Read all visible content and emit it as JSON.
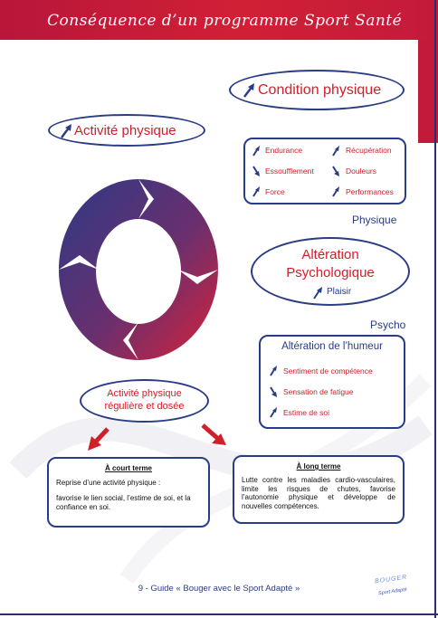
{
  "header": {
    "title": "Conséquence d’un programme Sport Santé"
  },
  "condition": {
    "label": "Condition physique"
  },
  "activite": {
    "label": "Activité physique"
  },
  "physique_box": {
    "items_left": [
      {
        "label": "Endurance",
        "direction": "up"
      },
      {
        "label": "Essoufflement",
        "direction": "down"
      },
      {
        "label": "Force",
        "direction": "up"
      }
    ],
    "items_right": [
      {
        "label": "Récupération",
        "direction": "up"
      },
      {
        "label": "Douleurs",
        "direction": "down"
      },
      {
        "label": "Performances",
        "direction": "up"
      }
    ],
    "caption": "Physique"
  },
  "alteration_psy": {
    "line1": "Altération",
    "line2": "Psychologique",
    "sub": "Plaisir"
  },
  "psycho_caption": "Psycho",
  "humeur_box": {
    "title": "Altération de l’humeur",
    "items": [
      {
        "label": "Sentiment de compétence",
        "direction": "up"
      },
      {
        "label": "Sensation de fatigue",
        "direction": "down"
      },
      {
        "label": "Estime de soi",
        "direction": "up"
      }
    ]
  },
  "reguliere": {
    "line1": "Activité physique",
    "line2": "régulière et dosée"
  },
  "court_terme": {
    "title": "À court terme",
    "line1": "Reprise d’une activité physique :",
    "line2": "favorise le lien social, l’estime de soi, et la confiance en soi."
  },
  "long_terme": {
    "title": "À long terme",
    "text": "Lutte contre les maladies cardio-vasculaires, limite les risques de chutes, favorise l’autonomie physique et développe de nouvelles compétences."
  },
  "footer": {
    "text": "9 - Guide « Bouger avec le Sport Adapté »"
  },
  "logo": {
    "line1": "BOUGER",
    "line2": "Sport Adapté"
  },
  "colors": {
    "red": "#d0202a",
    "blue": "#2b3c86",
    "header": "#c41a3a"
  }
}
